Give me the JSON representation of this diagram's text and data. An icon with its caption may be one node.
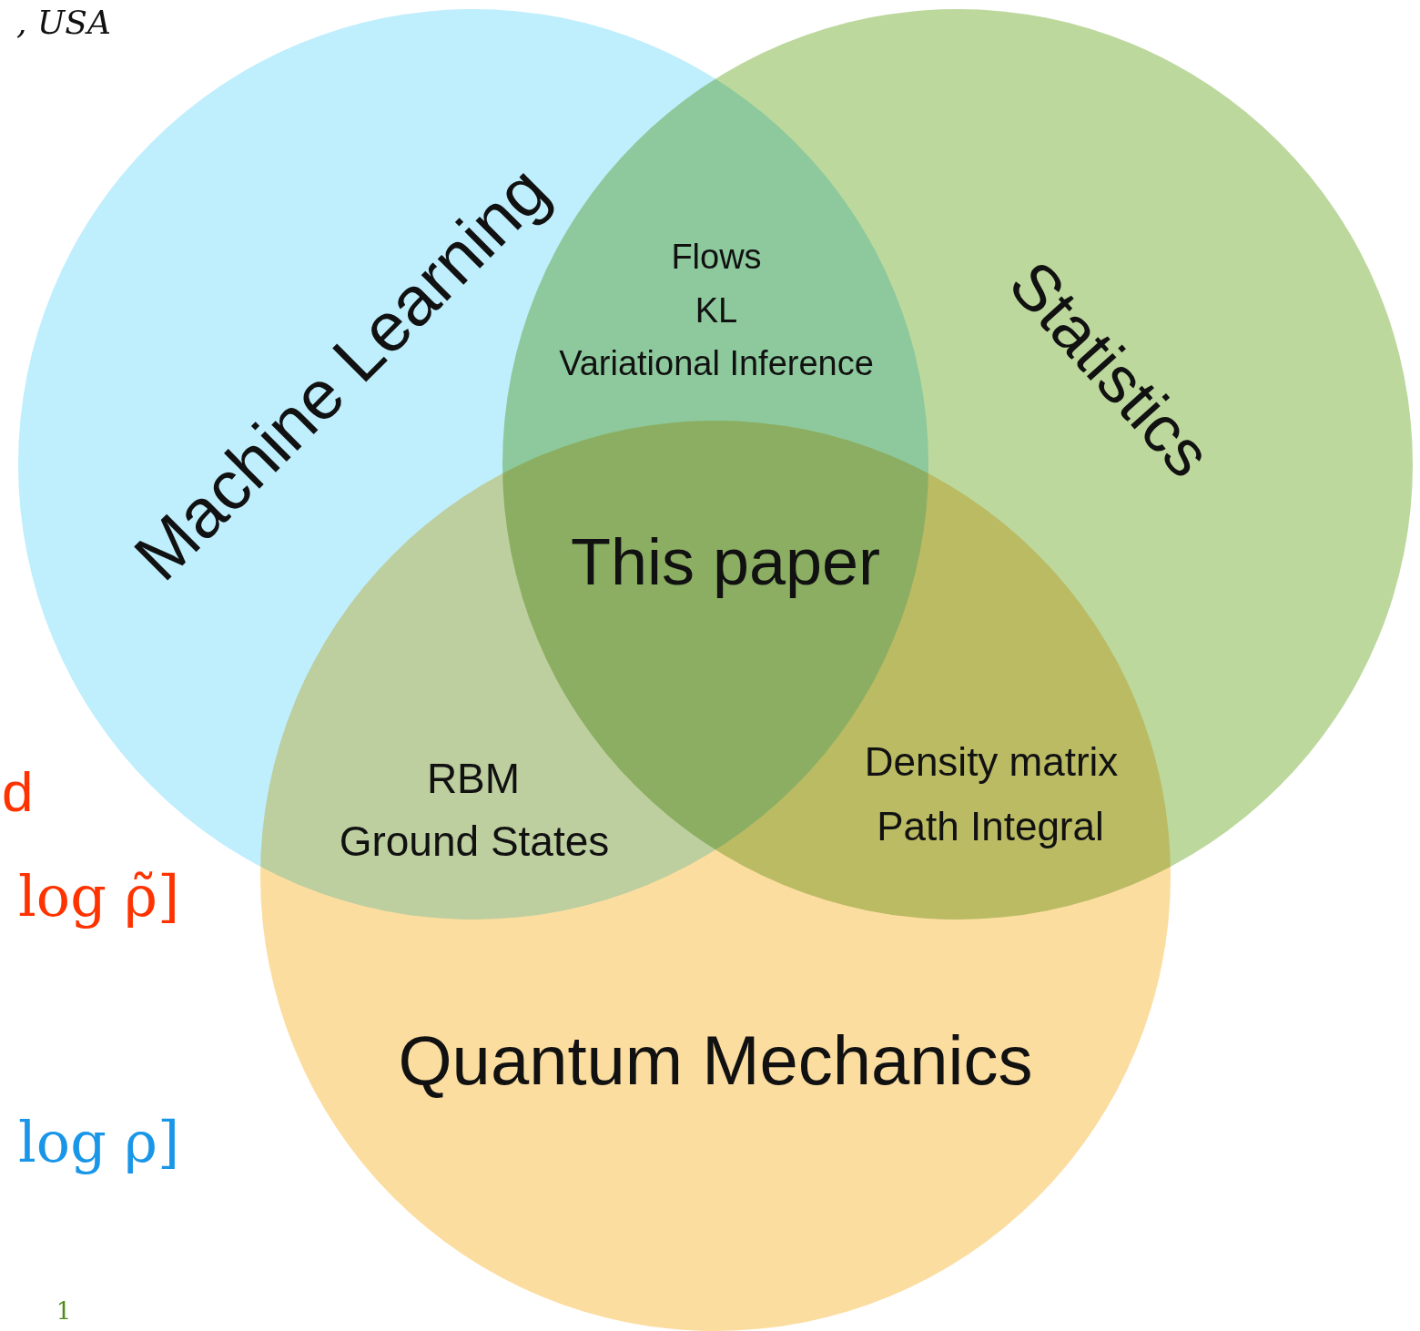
{
  "diagram": {
    "nodes": [
      {
        "text": [
          "Machine Learning"
        ]
      },
      {
        "text": [
          "Statistics"
        ]
      },
      {
        "text": [
          "Quantum Mechanics"
        ]
      }
    ],
    "labels": [
      ", USA",
      "Flows",
      "KL",
      "Variational Inference",
      "This paper",
      "RBM",
      "Density matrix",
      "d",
      "Ground States",
      "Path Integral",
      "log ρ̃]",
      "log ρ]",
      "1"
    ]
  }
}
